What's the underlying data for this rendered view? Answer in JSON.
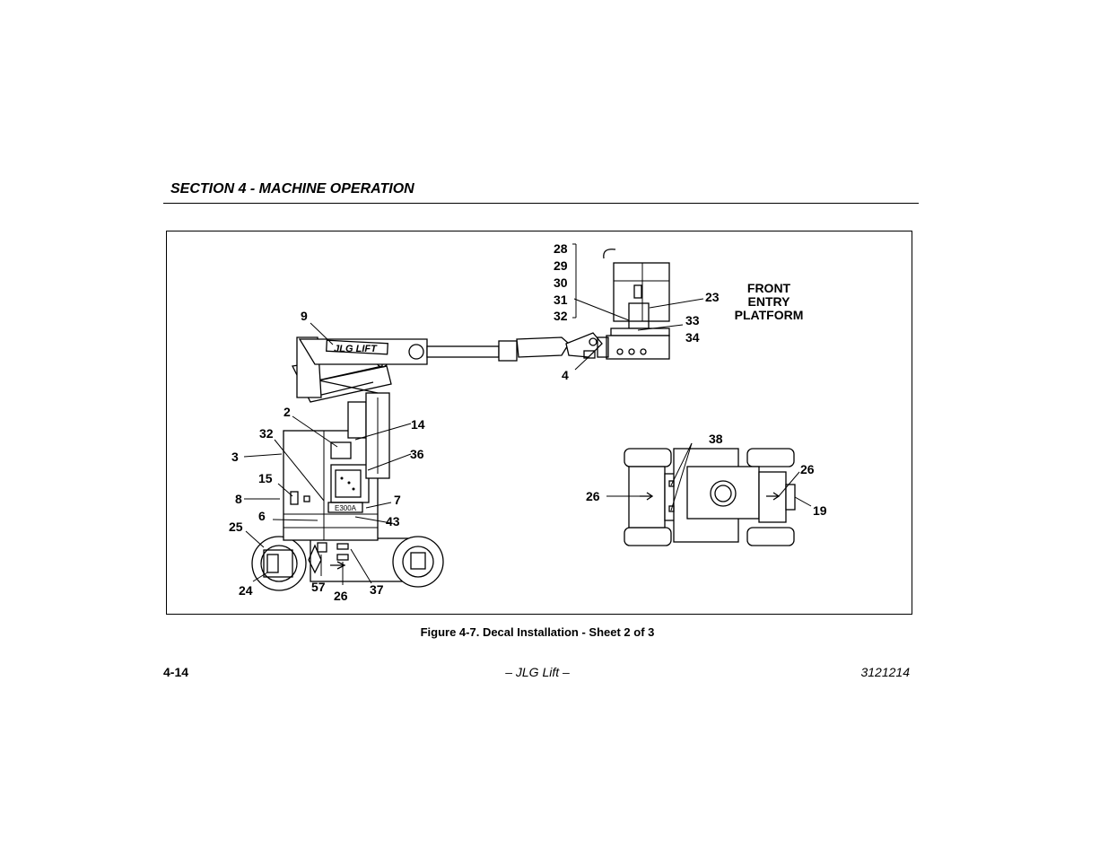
{
  "header": {
    "section_title": "SECTION 4 - MACHINE OPERATION"
  },
  "figure": {
    "caption": "Figure 4-7. Decal Installation - Sheet 2 of 3",
    "platform_label": [
      "FRONT",
      "ENTRY",
      "PLATFORM"
    ],
    "brand_decal": "JLG LIFT",
    "model_decal": "E300A",
    "callouts": {
      "c28": "28",
      "c29": "29",
      "c30": "30",
      "c31": "31",
      "c32a": "32",
      "c23": "23",
      "c33": "33",
      "c34": "34",
      "c9": "9",
      "c4": "4",
      "c2": "2",
      "c14": "14",
      "c32b": "32",
      "c36": "36",
      "c3": "3",
      "c15": "15",
      "c8": "8",
      "c7": "7",
      "c6": "6",
      "c43": "43",
      "c25": "25",
      "c24": "24",
      "c57": "57",
      "c26a": "26",
      "c37": "37",
      "c38": "38",
      "c26b": "26",
      "c26c": "26",
      "c19": "19"
    }
  },
  "footer": {
    "page_number": "4-14",
    "center": "– JLG Lift –",
    "doc_number": "3121214"
  }
}
